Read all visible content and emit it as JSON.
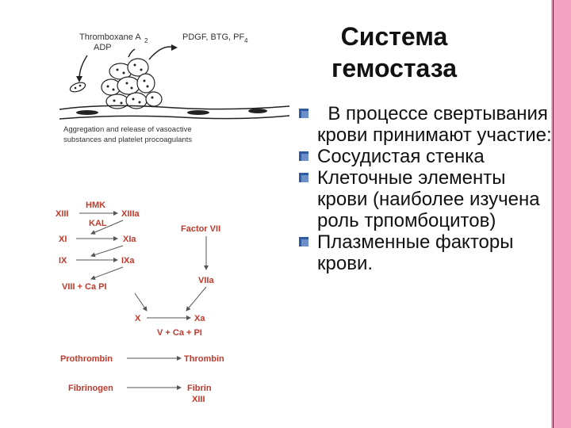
{
  "slide": {
    "title_line1": "Система",
    "title_line2": "гемостаза",
    "bullets": [
      "  В процессе свертывания крови принимают участие:",
      "Сосудистая стенка",
      "Клеточные элементы крови (наиболее изучена роль трпомбоцитов)",
      "Плазменные факторы крови."
    ]
  },
  "platelet_figure": {
    "label_left_1": "Thromboxane A",
    "label_left_1_sub": "2",
    "label_left_2": "ADP",
    "label_right": "PDGF, BTG, PF",
    "label_right_sub": "4",
    "caption_1": "Aggregation and release of vasoactive",
    "caption_2": "substances and platelet procoagulants"
  },
  "cascade": {
    "xiii": "XIII",
    "hmk": "HMK",
    "xiiia": "XIIIa",
    "kal": "KAL",
    "xi": "XI",
    "xia": "XIa",
    "ix": "IX",
    "ixa": "IXa",
    "viii": "VIII + Ca PI",
    "factor_vii": "Factor VII",
    "viia": "VIIa",
    "x": "X",
    "xa": "Xa",
    "v": "V + Ca + PI",
    "prothrombin": "Prothrombin",
    "thrombin": "Thrombin",
    "fibrinogen": "Fibrinogen",
    "fibrin": "Fibrin",
    "fibrin_xiii": "XIII"
  },
  "colors": {
    "accent": "#c0392b",
    "strip": "#f3a3c0",
    "bullet": "#2d5aa0"
  }
}
